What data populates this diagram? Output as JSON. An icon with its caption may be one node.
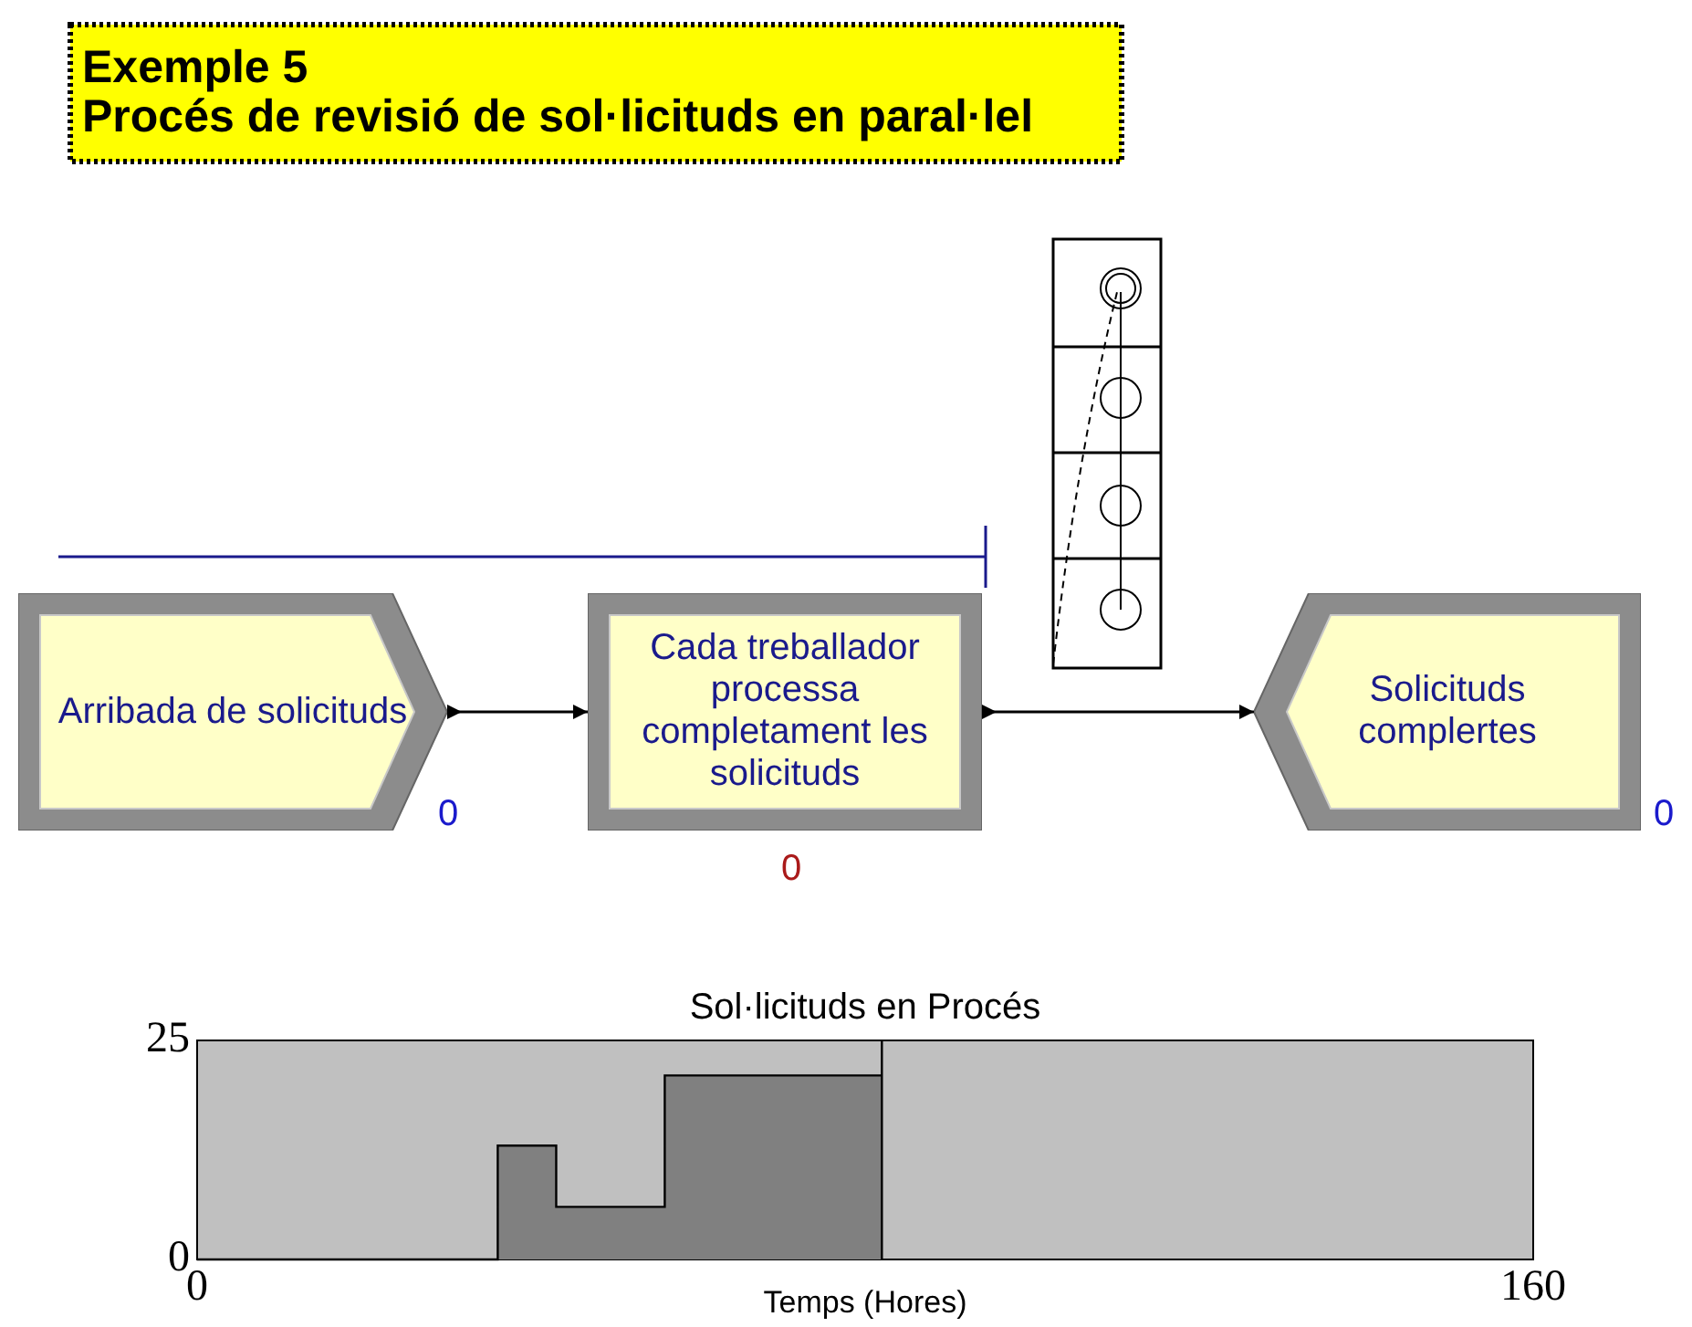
{
  "diagram": {
    "nodes": [
      {
        "text": [
          "Exemple 5",
          "Procés de revisió de sol·licituds en paral·lel"
        ]
      },
      {
        "text": [
          "Arribada de solicituds"
        ],
        "beside": [
          "0"
        ]
      },
      {
        "text": [
          "Cada treballador processa completament les solicituds"
        ],
        "beside": [
          "0"
        ]
      },
      {
        "text": [
          "Solicituds complertes"
        ],
        "beside": [
          "0"
        ]
      }
    ],
    "edges": [
      {
        "from": 1,
        "to": 2,
        "arrow": "to"
      },
      {
        "from": 2,
        "to": 3,
        "arrow": "to"
      }
    ],
    "chart_data": {
      "type": "area",
      "title": "Sol·licituds en Procés",
      "xlabel": "Temps (Hores)",
      "x": [
        0,
        36,
        36,
        43,
        43,
        56,
        56,
        82,
        82,
        82
      ],
      "series": [
        {
          "color": "#808080",
          "values": [
            0,
            0,
            13,
            13,
            6,
            6,
            21,
            21,
            25,
            0
          ]
        }
      ],
      "xlim": [
        0,
        160
      ],
      "ylim": [
        0,
        25
      ],
      "xticks": [
        0,
        160
      ],
      "yticks": [
        0,
        25
      ]
    }
  }
}
